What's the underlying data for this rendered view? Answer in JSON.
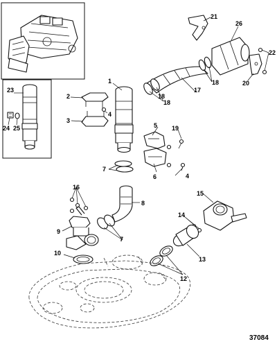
{
  "callouts": [
    "1",
    "2",
    "3",
    "4",
    "4",
    "5",
    "6",
    "7",
    "7",
    "8",
    "9",
    "10",
    "12",
    "13",
    "14",
    "15",
    "16",
    "17",
    "18",
    "18",
    "18",
    "19",
    "20",
    "21",
    "22",
    "23",
    "24",
    "25",
    "26"
  ],
  "figure_number": "37084",
  "colors": {
    "line": "#111111",
    "background": "#ffffff"
  }
}
